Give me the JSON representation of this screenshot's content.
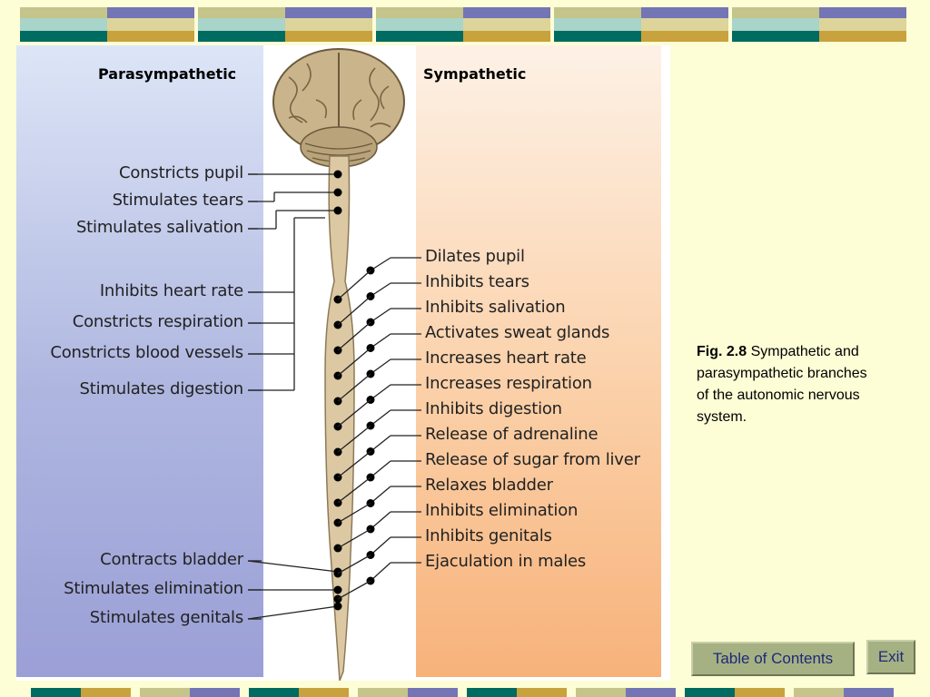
{
  "colors": {
    "background": "#fdfdd6",
    "deco_teal": "#006b60",
    "deco_gold": "#c8a23c",
    "deco_lavender": "#7375b5",
    "deco_khaki": "#c5c48a",
    "deco_mint": "#a9d4c9",
    "deco_cream": "#ddd49a",
    "parasympathetic_panel": "#a9b0dd",
    "sympathetic_panel": "#f9c393",
    "spinal_cord": "#dcc9a4",
    "button_face": "#a6b183",
    "button_text": "#1d2a7a"
  },
  "figure": {
    "parasympathetic_title": "Parasympathetic",
    "sympathetic_title": "Sympathetic",
    "parasympathetic_effects": [
      "Constricts pupil",
      "Stimulates tears",
      "Stimulates salivation",
      "Inhibits heart rate",
      "Constricts respiration",
      "Constricts blood vessels",
      "Stimulates digestion",
      "Contracts bladder",
      "Stimulates elimination",
      "Stimulates genitals"
    ],
    "sympathetic_effects": [
      "Dilates pupil",
      "Inhibits tears",
      "Inhibits salivation",
      "Activates sweat glands",
      "Increases heart rate",
      "Increases respiration",
      "Inhibits digestion",
      "Release of adrenaline",
      "Release of sugar from liver",
      "Relaxes bladder",
      "Inhibits elimination",
      "Inhibits genitals",
      "Ejaculation in males"
    ]
  },
  "caption": {
    "figure_number": "Fig. 2.8",
    "text": " Sympathetic and parasympathetic branches of the autonomic nervous system."
  },
  "navigation": {
    "toc_label": "Table of Contents",
    "exit_label": "Exit"
  }
}
